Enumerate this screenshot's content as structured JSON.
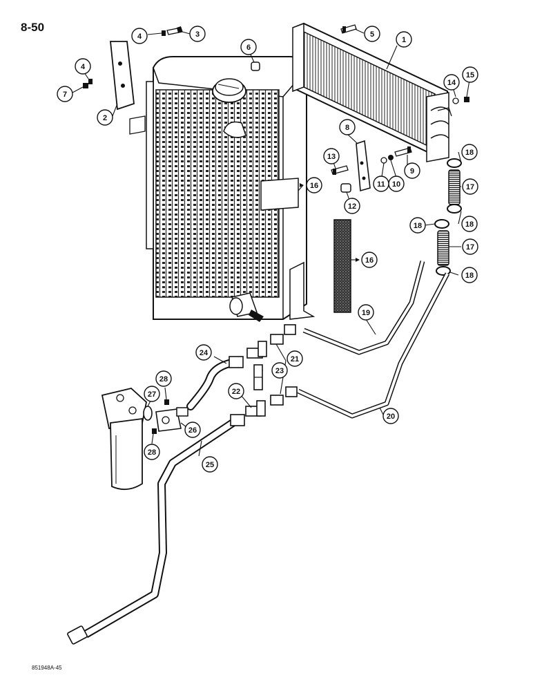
{
  "page": {
    "page_number": "8-50",
    "drawing_code": "851948A-45"
  },
  "callouts": [
    {
      "id": "c1",
      "label": "1"
    },
    {
      "id": "c2",
      "label": "2"
    },
    {
      "id": "c3",
      "label": "3"
    },
    {
      "id": "c4a",
      "label": "4"
    },
    {
      "id": "c4b",
      "label": "4"
    },
    {
      "id": "c5",
      "label": "5"
    },
    {
      "id": "c6",
      "label": "6"
    },
    {
      "id": "c7",
      "label": "7"
    },
    {
      "id": "c8",
      "label": "8"
    },
    {
      "id": "c9",
      "label": "9"
    },
    {
      "id": "c10",
      "label": "10"
    },
    {
      "id": "c11",
      "label": "11"
    },
    {
      "id": "c12",
      "label": "12"
    },
    {
      "id": "c13",
      "label": "13"
    },
    {
      "id": "c14",
      "label": "14"
    },
    {
      "id": "c15",
      "label": "15"
    },
    {
      "id": "c16a",
      "label": "16"
    },
    {
      "id": "c16b",
      "label": "16"
    },
    {
      "id": "c17a",
      "label": "17"
    },
    {
      "id": "c17b",
      "label": "17"
    },
    {
      "id": "c18a",
      "label": "18"
    },
    {
      "id": "c18b",
      "label": "18"
    },
    {
      "id": "c18c",
      "label": "18"
    },
    {
      "id": "c18d",
      "label": "18"
    },
    {
      "id": "c19",
      "label": "19"
    },
    {
      "id": "c20",
      "label": "20"
    },
    {
      "id": "c21",
      "label": "21"
    },
    {
      "id": "c22",
      "label": "22"
    },
    {
      "id": "c23",
      "label": "23"
    },
    {
      "id": "c24",
      "label": "24"
    },
    {
      "id": "c25",
      "label": "25"
    },
    {
      "id": "c26",
      "label": "26"
    },
    {
      "id": "c27",
      "label": "27"
    },
    {
      "id": "c28a",
      "label": "28"
    },
    {
      "id": "c28b",
      "label": "28"
    }
  ]
}
